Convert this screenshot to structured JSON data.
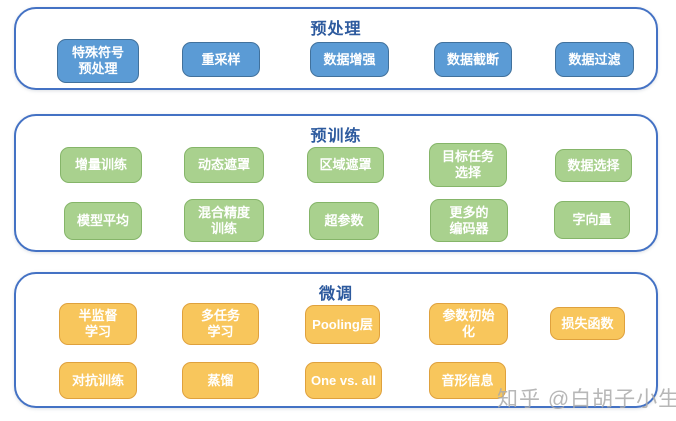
{
  "sections": [
    {
      "title": "预处理",
      "rows": [
        [
          "特殊符号\n预处理",
          "重采样",
          "数据增强",
          "数据截断",
          "数据过滤"
        ]
      ]
    },
    {
      "title": "预训练",
      "rows": [
        [
          "增量训练",
          "动态遮罩",
          "区域遮罩",
          "目标任务\n选择",
          "数据选择"
        ],
        [
          "模型平均",
          "混合精度\n训练",
          "超参数",
          "更多的\n编码器",
          "字向量"
        ]
      ]
    },
    {
      "title": "微调",
      "rows": [
        [
          "半监督\n学习",
          "多任务\n学习",
          "Pooling层",
          "参数初始\n化",
          "损失函数"
        ],
        [
          "对抗训练",
          "蒸馏",
          "One vs. all",
          "音形信息"
        ]
      ]
    }
  ],
  "watermark": "知乎 @白胡子小生",
  "colors": {
    "container_border": "#4472C4",
    "section_title_text": "#2D5A9E",
    "box_blue_fill": "#5B9BD5",
    "box_blue_border": "#41719C",
    "box_green_fill": "#A9D18E",
    "box_green_border": "#85B569",
    "box_yellow_fill": "#F8C65C",
    "box_yellow_border": "#DFA13D",
    "box_text": "#FFFFFF",
    "watermark_text": "#AAAAAA"
  }
}
